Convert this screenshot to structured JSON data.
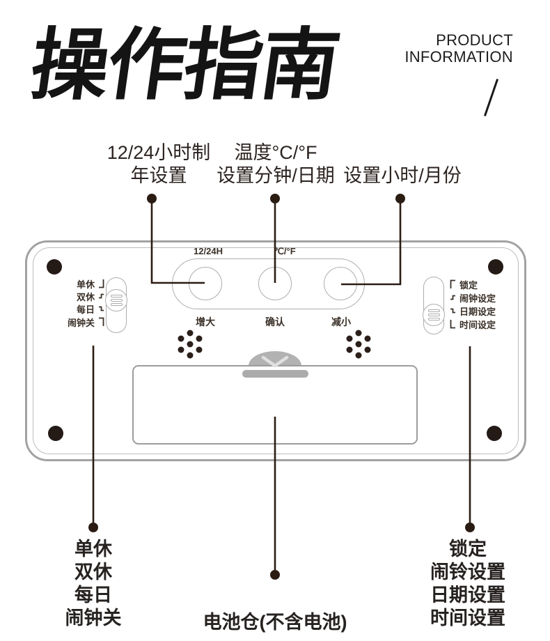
{
  "header": {
    "title": "操作指南",
    "eyebrow_line1": "PRODUCT",
    "eyebrow_line2": "INFORMATION"
  },
  "top_callouts": {
    "hour_format": {
      "line1": "12/24小时制",
      "line2": "年设置"
    },
    "temperature": {
      "line1": "温度°C/°F",
      "line2": "设置分钟/日期"
    },
    "hour_month": {
      "line1": "设置小时/月份"
    }
  },
  "device": {
    "panel_labels": {
      "left": "12/24H",
      "middle": "℃/°F"
    },
    "buttons": {
      "increase": "增大",
      "confirm": "确认",
      "decrease": "减小"
    },
    "left_switch_labels": [
      "单休",
      "双休",
      "每日",
      "闹钟关"
    ],
    "right_switch_labels": [
      "锁定",
      "闹钟设定",
      "日期设定",
      "时间设定"
    ]
  },
  "bottom_callouts": {
    "left": [
      "单休",
      "双休",
      "每日",
      "闹钟关"
    ],
    "center": "电池仓(不含电池)",
    "right": [
      "锁定",
      "闹铃设置",
      "日期设置",
      "时间设置"
    ]
  },
  "colors": {
    "callout_line": "#2b1c13",
    "body_outline": "#a2a2a2",
    "screw": "#241a16",
    "text_dark": "#262220"
  }
}
